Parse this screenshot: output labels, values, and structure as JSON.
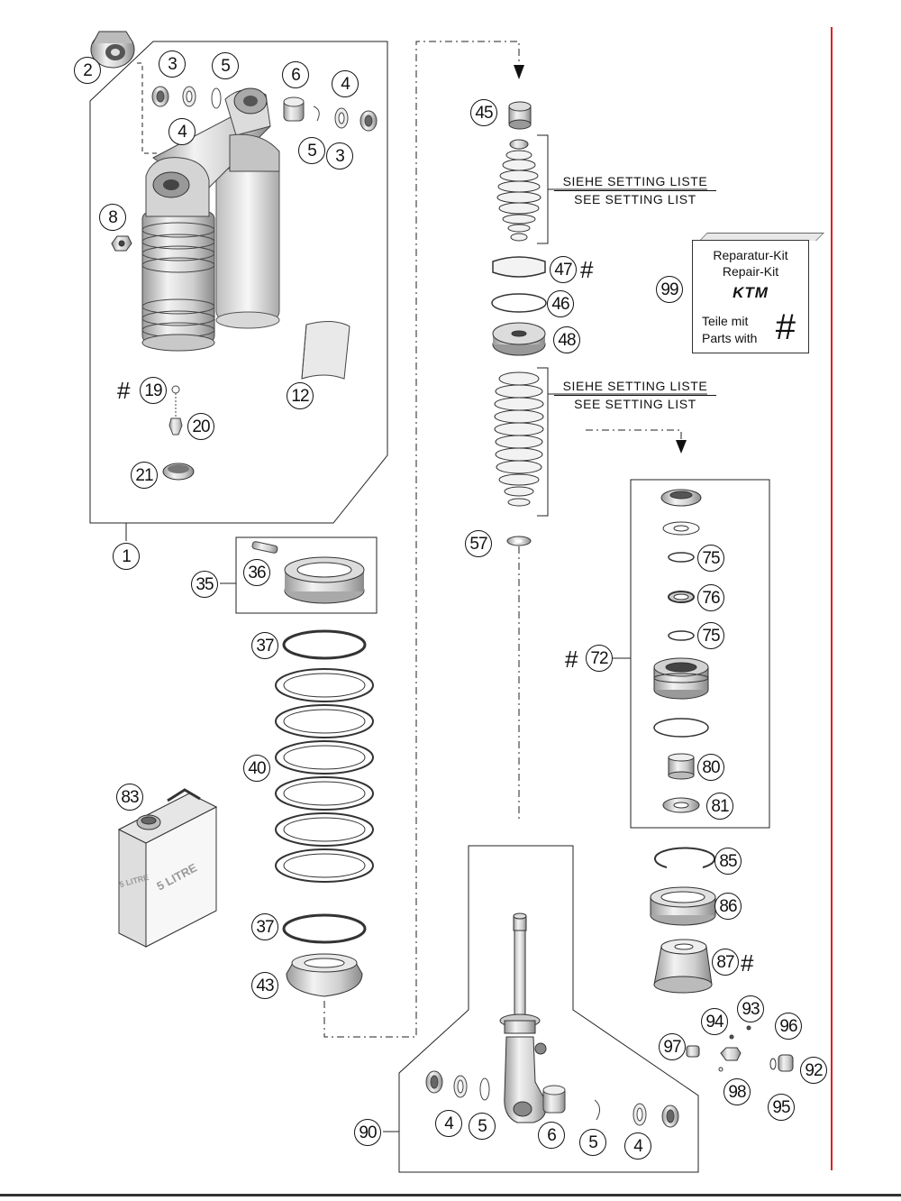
{
  "parts": {
    "p1": "1",
    "p2": "2",
    "p3a": "3",
    "p3b": "3",
    "p4a": "4",
    "p4b": "4",
    "p4c": "4",
    "p4d": "4",
    "p5a": "5",
    "p5b": "5",
    "p5c": "5",
    "p5d": "5",
    "p6a": "6",
    "p6b": "6",
    "p8": "8",
    "p12": "12",
    "p19": "19",
    "p20": "20",
    "p21": "21",
    "p35": "35",
    "p36": "36",
    "p37a": "37",
    "p37b": "37",
    "p40": "40",
    "p43": "43",
    "p45": "45",
    "p46": "46",
    "p47": "47",
    "p48": "48",
    "p57": "57",
    "p72": "72",
    "p75a": "75",
    "p75b": "75",
    "p76": "76",
    "p80": "80",
    "p81": "81",
    "p83": "83",
    "p85": "85",
    "p86": "86",
    "p87": "87",
    "p90": "90",
    "p92": "92",
    "p93": "93",
    "p94": "94",
    "p95": "95",
    "p96": "96",
    "p97": "97",
    "p98": "98",
    "p99": "99"
  },
  "hash_mark": "#",
  "setting_note": {
    "line_de": "SIEHE SETTING LISTE",
    "line_en": "SEE SETTING LIST"
  },
  "repair_kit": {
    "title_de": "Reparatur-Kit",
    "title_en": "Repair-Kit",
    "brand": "KTM",
    "parts_de": "Teile mit",
    "parts_en": "Parts with",
    "symbol": "#"
  },
  "oil_can": {
    "label_side": "5 LITRE",
    "label_front": "5 LITRE"
  },
  "colors": {
    "accent_line": "#e02020",
    "ink": "#111111",
    "part_fill": "#cfcfcf"
  }
}
